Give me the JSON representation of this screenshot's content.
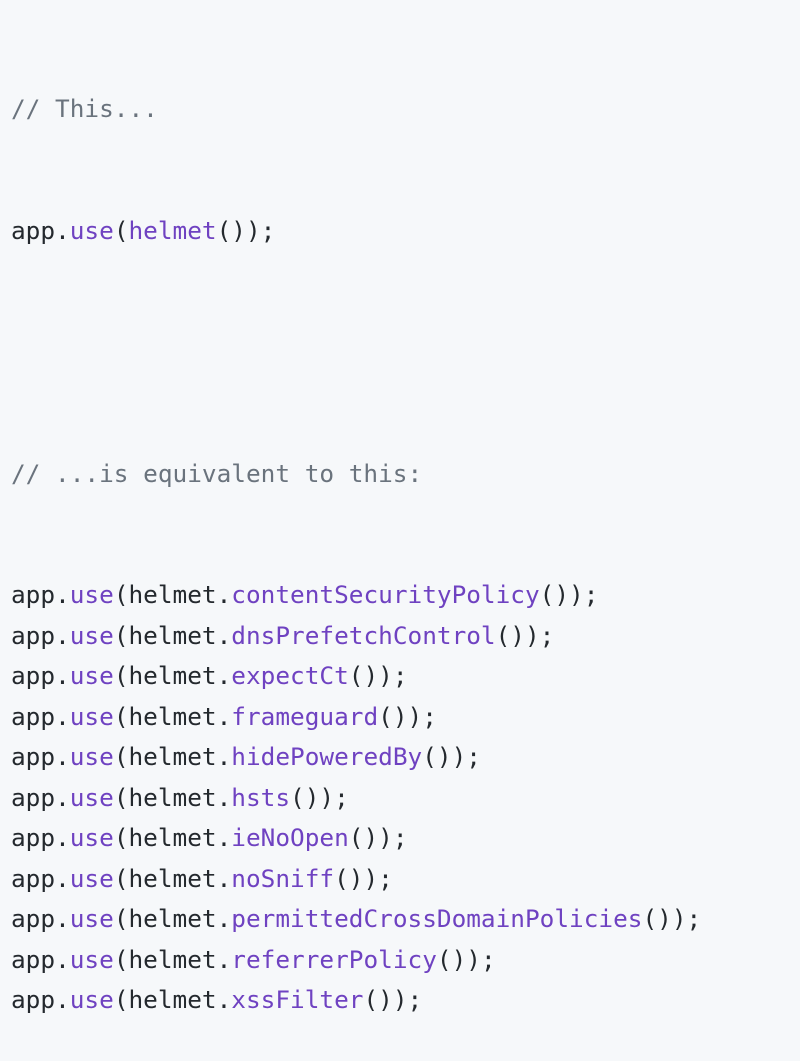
{
  "colors": {
    "background": "#f6f8fa",
    "text": "#24292e",
    "comment": "#6a737d",
    "function": "#6f42c1"
  },
  "code": {
    "comment_1": "// This...",
    "line_2": {
      "obj": "app",
      "dot": ".",
      "method": "use",
      "open": "(",
      "fn": "helmet",
      "close": "());"
    },
    "comment_2": "// ...is equivalent to this:",
    "lines": [
      {
        "pre": "app",
        "dot": ".",
        "method": "use",
        "mid": "(helmet.",
        "fn": "contentSecurityPolicy",
        "close": "());"
      },
      {
        "pre": "app",
        "dot": ".",
        "method": "use",
        "mid": "(helmet.",
        "fn": "dnsPrefetchControl",
        "close": "());"
      },
      {
        "pre": "app",
        "dot": ".",
        "method": "use",
        "mid": "(helmet.",
        "fn": "expectCt",
        "close": "());"
      },
      {
        "pre": "app",
        "dot": ".",
        "method": "use",
        "mid": "(helmet.",
        "fn": "frameguard",
        "close": "());"
      },
      {
        "pre": "app",
        "dot": ".",
        "method": "use",
        "mid": "(helmet.",
        "fn": "hidePoweredBy",
        "close": "());"
      },
      {
        "pre": "app",
        "dot": ".",
        "method": "use",
        "mid": "(helmet.",
        "fn": "hsts",
        "close": "());"
      },
      {
        "pre": "app",
        "dot": ".",
        "method": "use",
        "mid": "(helmet.",
        "fn": "ieNoOpen",
        "close": "());"
      },
      {
        "pre": "app",
        "dot": ".",
        "method": "use",
        "mid": "(helmet.",
        "fn": "noSniff",
        "close": "());"
      },
      {
        "pre": "app",
        "dot": ".",
        "method": "use",
        "mid": "(helmet.",
        "fn": "permittedCrossDomainPolicies",
        "close": "());"
      },
      {
        "pre": "app",
        "dot": ".",
        "method": "use",
        "mid": "(helmet.",
        "fn": "referrerPolicy",
        "close": "());"
      },
      {
        "pre": "app",
        "dot": ".",
        "method": "use",
        "mid": "(helmet.",
        "fn": "xssFilter",
        "close": "());"
      }
    ]
  }
}
